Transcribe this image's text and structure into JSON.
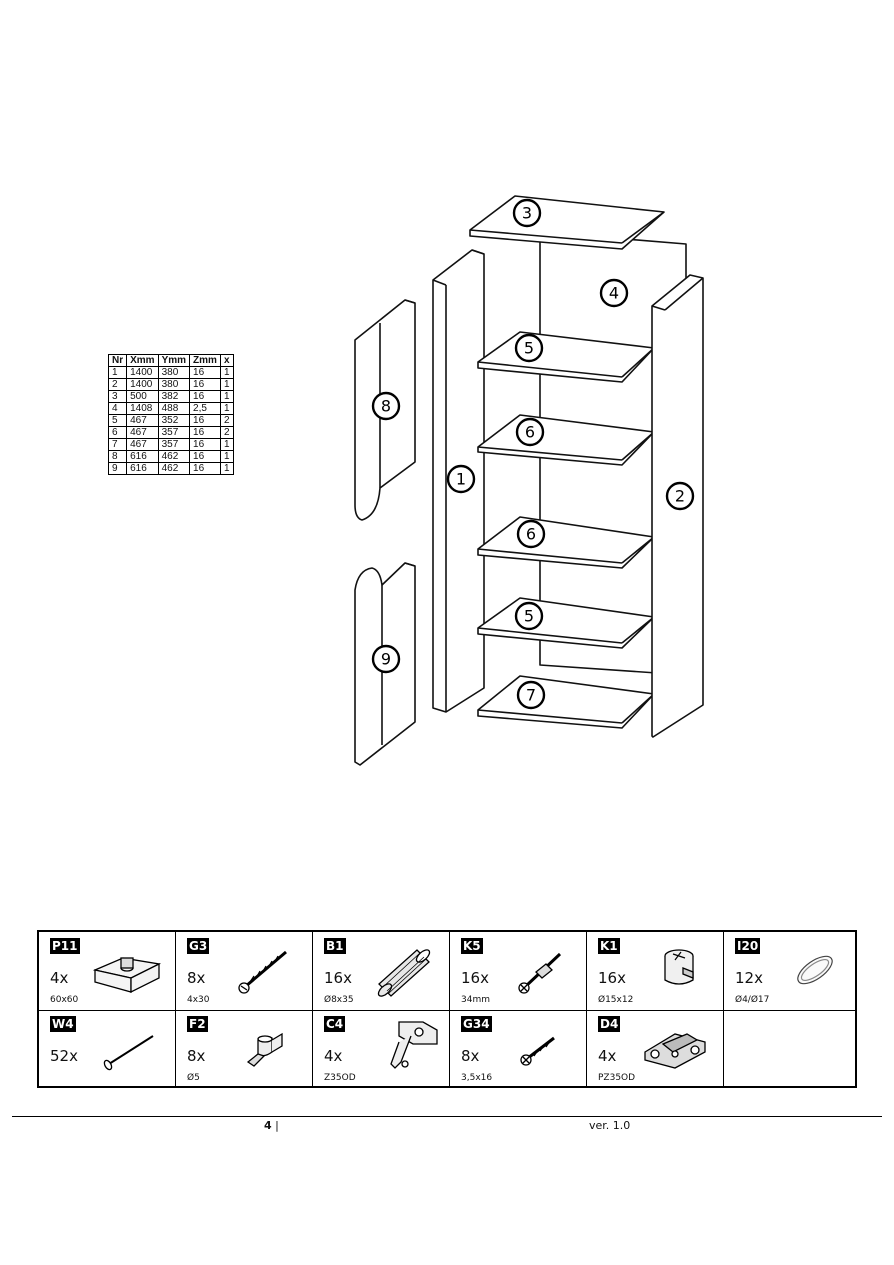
{
  "parts_table": {
    "headers": [
      "Nr",
      "Xmm",
      "Ymm",
      "Zmm",
      "x"
    ],
    "rows": [
      [
        "1",
        "1400",
        "380",
        "16",
        "1"
      ],
      [
        "2",
        "1400",
        "380",
        "16",
        "1"
      ],
      [
        "3",
        "500",
        "382",
        "16",
        "1"
      ],
      [
        "4",
        "1408",
        "488",
        "2,5",
        "1"
      ],
      [
        "5",
        "467",
        "352",
        "16",
        "2"
      ],
      [
        "6",
        "467",
        "357",
        "16",
        "2"
      ],
      [
        "7",
        "467",
        "357",
        "16",
        "1"
      ],
      [
        "8",
        "616",
        "462",
        "16",
        "1"
      ],
      [
        "9",
        "616",
        "462",
        "16",
        "1"
      ]
    ]
  },
  "drawing_labels": {
    "p1": "1",
    "p2": "2",
    "p3": "3",
    "p4": "4",
    "p5a": "5",
    "p6a": "6",
    "p6b": "6",
    "p5b": "5",
    "p7": "7",
    "p8": "8",
    "p9": "9"
  },
  "hardware": {
    "row1": [
      {
        "code": "P11",
        "qty": "4x",
        "size": "60x60",
        "icon": "furniture-foot-icon"
      },
      {
        "code": "G3",
        "qty": "8x",
        "size": "4x30",
        "icon": "screw-icon"
      },
      {
        "code": "B1",
        "qty": "16x",
        "size": "Ø8x35",
        "icon": "wooden-dowel-icon"
      },
      {
        "code": "K5",
        "qty": "16x",
        "size": "34mm",
        "icon": "cam-bolt-icon"
      },
      {
        "code": "K1",
        "qty": "16x",
        "size": "Ø15x12",
        "icon": "cam-lock-icon"
      },
      {
        "code": "I20",
        "qty": "12x",
        "size": "Ø4/Ø17",
        "icon": "cover-cap-icon"
      }
    ],
    "row2": [
      {
        "code": "W4",
        "qty": "52x",
        "size": "",
        "icon": "nail-icon"
      },
      {
        "code": "F2",
        "qty": "8x",
        "size": "Ø5",
        "icon": "shelf-pin-icon"
      },
      {
        "code": "C4",
        "qty": "4x",
        "size": "Z35OD",
        "icon": "hinge-icon"
      },
      {
        "code": "G34",
        "qty": "8x",
        "size": "3,5x16",
        "icon": "small-screw-icon"
      },
      {
        "code": "D4",
        "qty": "4x",
        "size": "PZ35OD",
        "icon": "mounting-plate-icon"
      }
    ]
  },
  "footer": {
    "page": "4",
    "separator": " |",
    "version": "ver. 1.0"
  }
}
